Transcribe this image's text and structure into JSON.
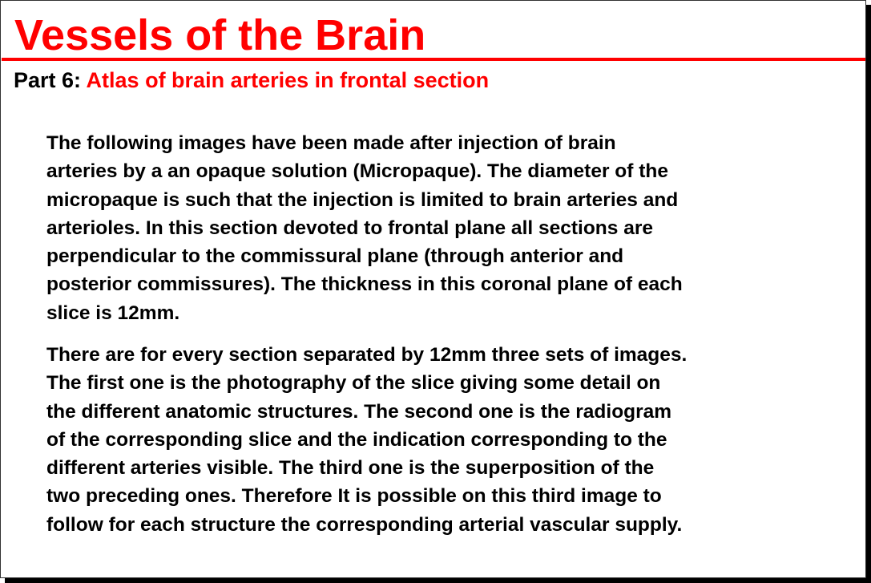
{
  "title": "Vessels of the Brain",
  "subtitle": {
    "label": "Part 6:",
    "text": "Atlas of brain arteries in frontal section"
  },
  "paragraphs": [
    {
      "lines": [
        "The following images have been made after injection of brain",
        "arteries by a an opaque solution (Micropaque). The diameter of the",
        "micropaque is such that the injection is limited to brain arteries and",
        "arterioles. In this section devoted to frontal plane all sections are",
        "perpendicular to the commissural plane (through anterior and",
        "posterior commissures). The thickness in this coronal plane of each",
        "slice is 12mm."
      ]
    },
    {
      "lines": [
        "There are for every section separated by 12mm three sets of images.",
        "The first one is the photography of the slice giving some detail on",
        "the different anatomic structures. The second one is the radiogram",
        "of the corresponding slice and the indication corresponding to the",
        "different arteries visible. The third one is the superposition of the",
        "two preceding ones. Therefore  It is possible on this third image to",
        "follow for each structure the corresponding arterial vascular supply."
      ]
    }
  ]
}
